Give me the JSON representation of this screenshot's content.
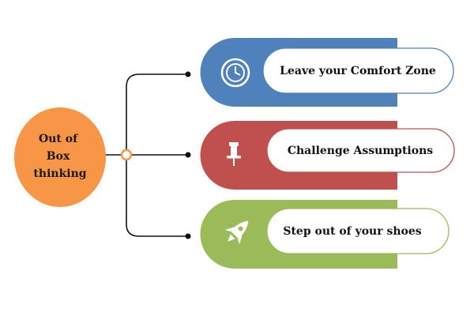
{
  "center": {
    "lines": [
      "Out of",
      "Box",
      "thinking"
    ],
    "color": "#F79646"
  },
  "connector_color": "#000000",
  "items": [
    {
      "label": "Leave your Comfort Zone",
      "color": "#4F81BD",
      "icon": "clock-icon"
    },
    {
      "label": "Challenge Assumptions",
      "color": "#C0504D",
      "icon": "pushpin-icon"
    },
    {
      "label": "Step out of your shoes",
      "color": "#9BBB59",
      "icon": "rocket-icon"
    }
  ]
}
